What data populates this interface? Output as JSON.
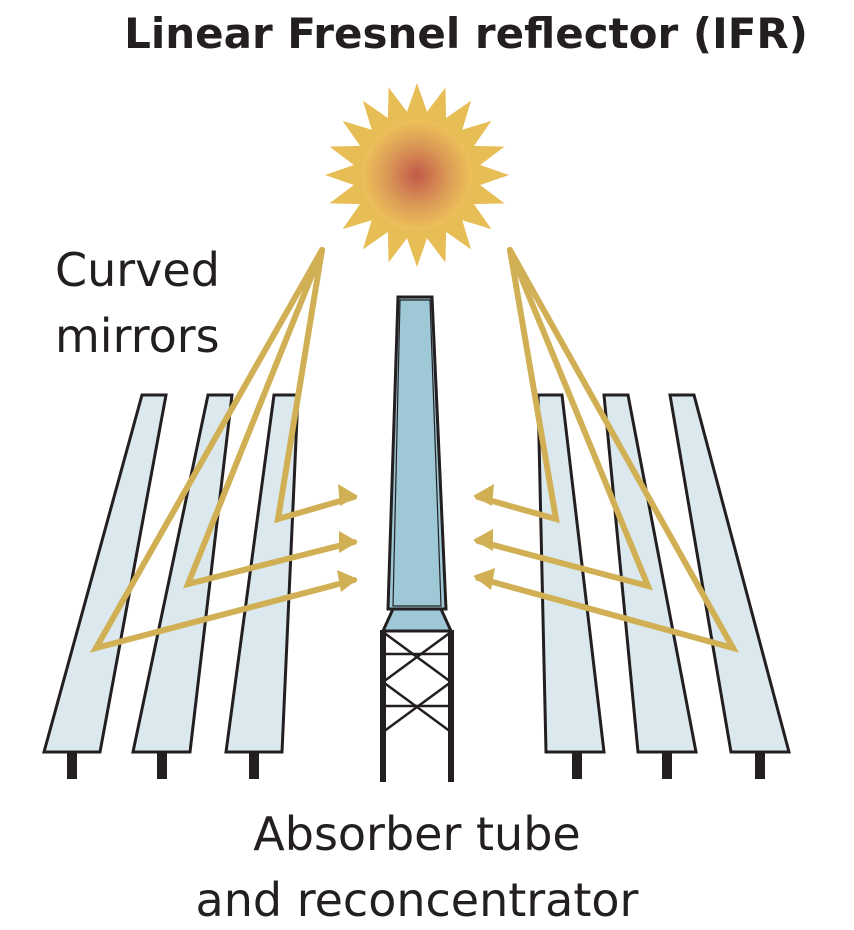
{
  "title": "Linear Fresnel reflector (IFR)",
  "labels": {
    "mirrors_line1": "Curved",
    "mirrors_line2": "mirrors",
    "absorber_line1": "Absorber tube",
    "absorber_line2": "and reconcentrator"
  },
  "icons": {
    "sun": "sun-icon"
  },
  "colors": {
    "sun_rays": "#e6be55",
    "sun_core": "#c0604a",
    "light_rays": "#d1b055",
    "mirror_fill": "#dbe9ef",
    "absorber_fill": "#9ec8d6",
    "outline": "#231f20",
    "text": "#231f20"
  }
}
